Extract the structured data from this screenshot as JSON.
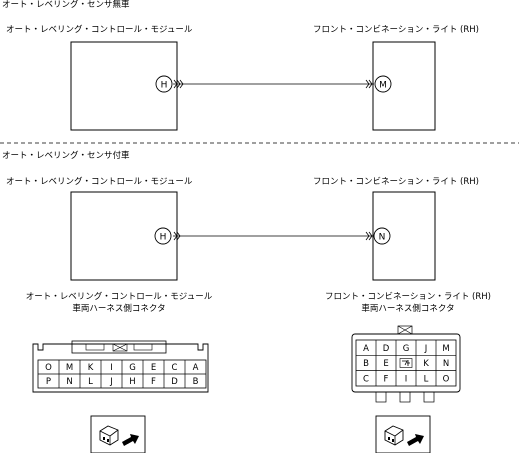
{
  "section1": {
    "title": "オート・レベリング・センサ無車",
    "left_module_label": "オート・レベリング・コントロール・モジュール",
    "right_module_label": "フロント・コンビネーション・ライト (RH)",
    "left_terminal": "H",
    "right_terminal": "M"
  },
  "section2": {
    "title": "オート・レベリング・センサ付車",
    "left_module_label": "オート・レベリング・コントロール・モジュール",
    "right_module_label": "フロント・コンビネーション・ライト (RH)",
    "left_terminal": "H",
    "right_terminal": "N"
  },
  "connectors": {
    "left": {
      "title": "オート・レベリング・コントロール・モジュール",
      "subtitle": "車両ハーネス側コネクタ",
      "row1": [
        "O",
        "M",
        "K",
        "I",
        "G",
        "E",
        "C",
        "A"
      ],
      "row2": [
        "P",
        "N",
        "L",
        "J",
        "H",
        "F",
        "D",
        "B"
      ]
    },
    "right": {
      "title": "フロント・コンビネーション・ライト (RH)",
      "subtitle": "車両ハーネス側コネクタ",
      "row1": [
        "A",
        "D",
        "G",
        "J",
        "M"
      ],
      "row2": [
        "B",
        "E",
        "",
        "K",
        "N"
      ],
      "row3": [
        "C",
        "F",
        "I",
        "L",
        "O"
      ]
    }
  },
  "icons": {
    "left": "connector-view-icon",
    "right": "connector-view-icon"
  }
}
